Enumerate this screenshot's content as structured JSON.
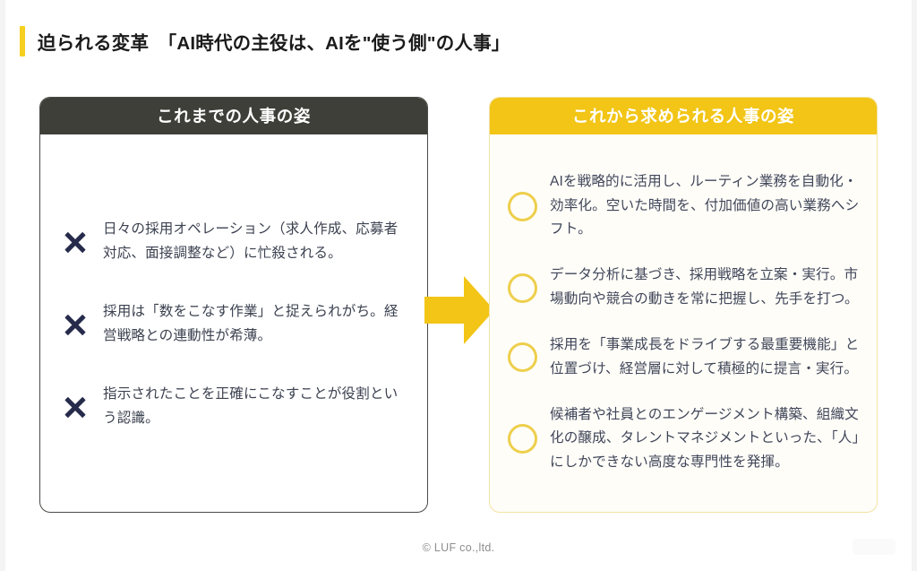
{
  "page": {
    "title": "迫られる変革　「AI時代の主役は、AIを\"使う側\"の人事」",
    "footer": "© LUF co.,ltd.",
    "accent_yellow": "#F5D020",
    "header_dark": "#3F3F39",
    "header_yellow": "#F2C516",
    "arrow_color": "#F2C516",
    "x_mark_color": "#262B4C",
    "circle_mark_color": "#EECF4C"
  },
  "left_card": {
    "header": "これまでの人事の姿",
    "marker_icon": "x-mark-icon",
    "items": [
      {
        "text": "日々の採用オペレーション（求人作成、応募者対応、面接調整など）に忙殺される。"
      },
      {
        "text": "採用は「数をこなす作業」と捉えられがち。経営戦略との連動性が希薄。"
      },
      {
        "text": "指示されたことを正確にこなすことが役割という認識。"
      }
    ]
  },
  "right_card": {
    "header": "これから求められる人事の姿",
    "marker_icon": "circle-mark-icon",
    "items": [
      {
        "text": "AIを戦略的に活用し、ルーティン業務を自動化・効率化。空いた時間を、付加価値の高い業務へシフト。"
      },
      {
        "text": "データ分析に基づき、採用戦略を立案・実行。市場動向や競合の動きを常に把握し、先手を打つ。"
      },
      {
        "text": "採用を「事業成長をドライブする最重要機能」と位置づけ、経営層に対して積極的に提言・実行。"
      },
      {
        "text": "候補者や社員とのエンゲージメント構築、組織文化の醸成、タレントマネジメントといった、「人」にしかできない高度な専門性を発揮。"
      }
    ]
  },
  "arrow": {
    "icon": "right-arrow-icon",
    "label": "transition-arrow"
  }
}
